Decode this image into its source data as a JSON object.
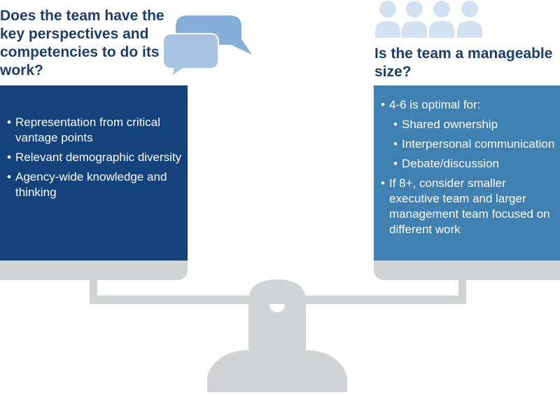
{
  "left": {
    "heading": "Does the team have the key perspectives and competencies to do its work?",
    "items": [
      "Representation from critical vantage points",
      "Relevant demographic diversity",
      "Agency-wide knowledge and thinking"
    ]
  },
  "right": {
    "heading": "Is the team a manageable size?",
    "items": [
      "4-6 is optimal for:",
      "Shared ownership",
      "Interpersonal communication",
      "Debate/discussion",
      "If 8+, consider smaller executive team and larger management team focused on different work"
    ]
  },
  "colors": {
    "heading": "#1b3f6e",
    "left_panel": "#14427a",
    "right_panel": "#3f80b2",
    "scale": "#d1d3d5",
    "bubble_front": "#a9c4e3",
    "bubble_back": "#86aedb",
    "people": "#d3e2f2"
  },
  "icons": [
    "speech-bubbles-icon",
    "people-group-icon",
    "balance-scale-icon"
  ]
}
